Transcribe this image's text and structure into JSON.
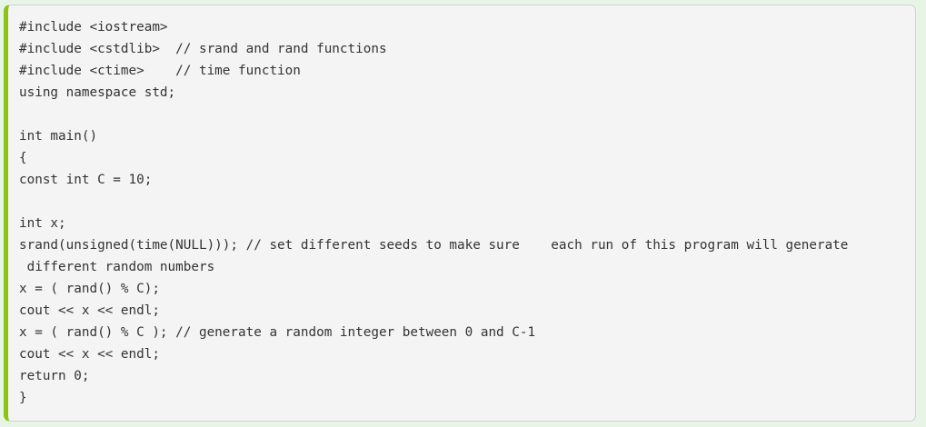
{
  "code_block": {
    "language": "cpp",
    "accent_color": "#8cc414",
    "lines": [
      "#include <iostream>",
      "#include <cstdlib>  // srand and rand functions",
      "#include <ctime>    // time function",
      "using namespace std;",
      "",
      "int main()",
      "{",
      "const int C = 10;",
      "",
      "int x;",
      "srand(unsigned(time(NULL))); // set different seeds to make sure    each run of this program will generate",
      " different random numbers",
      "x = ( rand() % C);",
      "cout << x << endl;",
      "x = ( rand() % C ); // generate a random integer between 0 and C-1",
      "cout << x << endl;",
      "return 0;",
      "}"
    ]
  }
}
